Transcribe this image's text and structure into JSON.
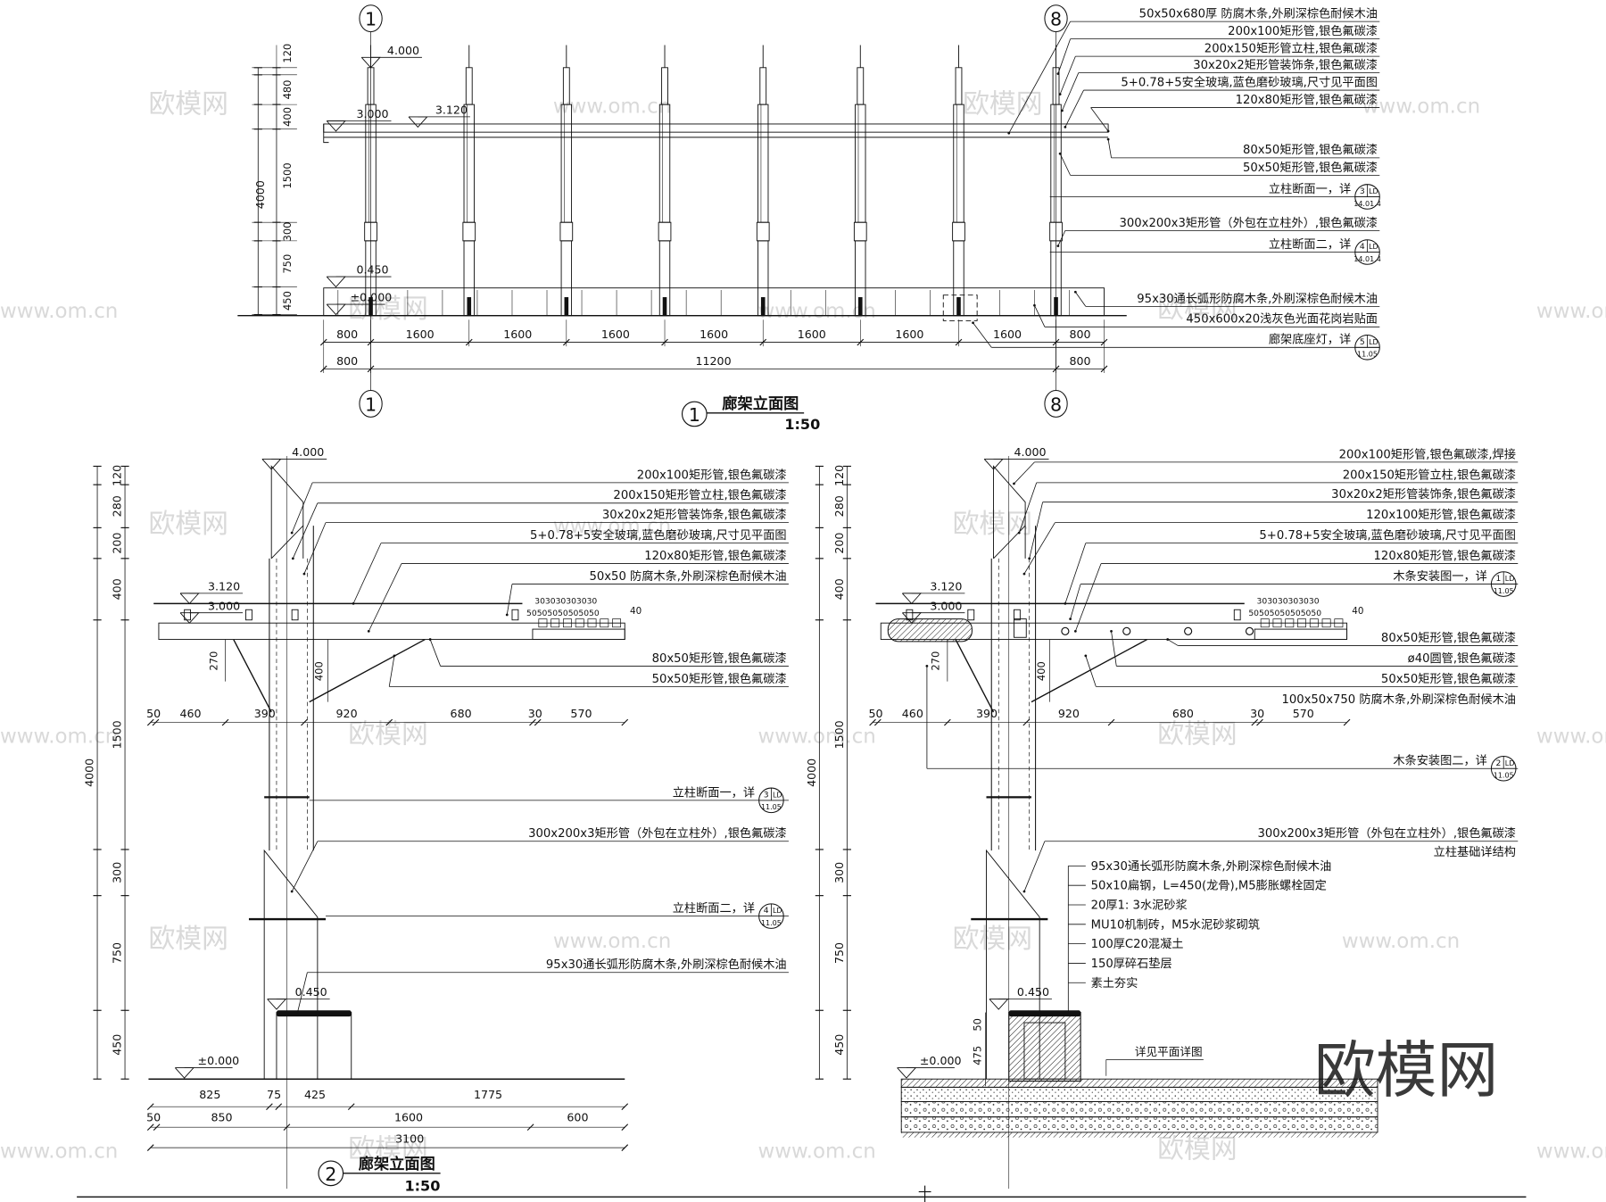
{
  "colors": {
    "ink": "#111111",
    "watermark": "#d9d9d9",
    "watermark_big": "#3a3a3a",
    "background": "#ffffff"
  },
  "watermark": {
    "big": "欧模网",
    "logo": "欧模网",
    "url": "www.om.cn"
  },
  "elevation1": {
    "number": "1",
    "title": "廊架立面图",
    "scale": "1:50",
    "axis_start": "1",
    "axis_end": "8",
    "elev_top": "4.000",
    "elev_glass": "3.120",
    "elev_beam": "3.000",
    "elev_plinth": "0.450",
    "elev_ground": "±0.000",
    "vdim_total": "4000",
    "vdims": [
      "120",
      "480",
      "400",
      "1500",
      "300",
      "750",
      "450"
    ],
    "hdims_row1": [
      "800",
      "1600",
      "1600",
      "1600",
      "1600",
      "1600",
      "1600",
      "1600",
      "800"
    ],
    "hdims_row2": [
      "800",
      "11200",
      "800"
    ],
    "annotations": [
      {
        "text": "50x50x680厚 防腐木条,外刷深棕色耐候木油"
      },
      {
        "text": "200x100矩形管,银色氟碳漆"
      },
      {
        "text": "200x150矩形管立柱,银色氟碳漆"
      },
      {
        "text": "30x20x2矩形管装饰条,银色氟碳漆"
      },
      {
        "text": "5+0.78+5安全玻璃,蓝色磨砂玻璃,尺寸见平面图"
      },
      {
        "text": "120x80矩形管,银色氟碳漆"
      },
      {
        "text": "80x50矩形管,银色氟碳漆"
      },
      {
        "text": "50x50矩形管,银色氟碳漆"
      },
      {
        "text": "立柱断面一，详",
        "ref": {
          "num": "3",
          "code": "LD",
          "sheet": "14.01.4"
        }
      },
      {
        "text": "300x200x3矩形管（外包在立柱外）,银色氟碳漆"
      },
      {
        "text": "立柱断面二，详",
        "ref": {
          "num": "4",
          "code": "LD",
          "sheet": "14.01.4"
        }
      },
      {
        "text": "95x30通长弧形防腐木条,外刷深棕色耐候木油"
      },
      {
        "text": "450x600x20浅灰色光面花岗岩贴面"
      },
      {
        "text": "廊架底座灯，详",
        "ref": {
          "num": "5",
          "code": "LD",
          "sheet": "11.05"
        }
      }
    ]
  },
  "section2": {
    "number": "2",
    "title": "廊架立面图",
    "scale": "1:50",
    "elev_top": "4.000",
    "elev_glass": "3.120",
    "elev_beam": "3.000",
    "elev_plinth": "0.450",
    "elev_ground": "±0.000",
    "vdim_total": "4000",
    "vdims": [
      "120",
      "280",
      "200",
      "400",
      "1500",
      "300",
      "750",
      "450"
    ],
    "bracket_dims": [
      "270",
      "400"
    ],
    "slat_dims": [
      "303030303030",
      "50505050505050",
      "40"
    ],
    "hdims_upper": [
      "50",
      "460",
      "390",
      "920",
      "680",
      "30",
      "570"
    ],
    "hdims_row1": [
      "825",
      "75",
      "425",
      "1775"
    ],
    "hdims_row2": [
      "50",
      "850",
      "1600",
      "600"
    ],
    "hdims_total": "3100",
    "annotations": [
      {
        "text": "200x100矩形管,银色氟碳漆"
      },
      {
        "text": "200x150矩形管立柱,银色氟碳漆"
      },
      {
        "text": "30x20x2矩形管装饰条,银色氟碳漆"
      },
      {
        "text": "5+0.78+5安全玻璃,蓝色磨砂玻璃,尺寸见平面图"
      },
      {
        "text": "120x80矩形管,银色氟碳漆"
      },
      {
        "text": "50x50  防腐木条,外刷深棕色耐候木油"
      },
      {
        "text": "80x50矩形管,银色氟碳漆"
      },
      {
        "text": "50x50矩形管,银色氟碳漆"
      },
      {
        "text": "立柱断面一，详",
        "ref": {
          "num": "3",
          "code": "LD",
          "sheet": "11.05"
        }
      },
      {
        "text": "300x200x3矩形管（外包在立柱外）,银色氟碳漆"
      },
      {
        "text": "立柱断面二，详",
        "ref": {
          "num": "4",
          "code": "LD",
          "sheet": "11.05"
        }
      },
      {
        "text": "95x30通长弧形防腐木条,外刷深棕色耐候木油"
      }
    ]
  },
  "section3": {
    "elev_top": "4.000",
    "elev_glass": "3.120",
    "elev_beam": "3.000",
    "elev_plinth": "0.450",
    "elev_ground": "±0.000",
    "vdim_total": "4000",
    "vdims": [
      "120",
      "280",
      "200",
      "400",
      "1500",
      "300",
      "750",
      "450"
    ],
    "foundation_dims": [
      "50",
      "475"
    ],
    "bracket_dims": [
      "270",
      "400"
    ],
    "slat_dims": [
      "303030303030",
      "50505050505050",
      "40"
    ],
    "hdims_upper": [
      "50",
      "460",
      "390",
      "920",
      "680",
      "30",
      "570"
    ],
    "plan_note": "详见平面详图",
    "annotations": [
      {
        "text": "200x100矩形管,银色氟碳漆,焊接"
      },
      {
        "text": "200x150矩形管立柱,银色氟碳漆"
      },
      {
        "text": "30x20x2矩形管装饰条,银色氟碳漆"
      },
      {
        "text": "120x100矩形管,银色氟碳漆"
      },
      {
        "text": "5+0.78+5安全玻璃,蓝色磨砂玻璃,尺寸见平面图"
      },
      {
        "text": "120x80矩形管,银色氟碳漆"
      },
      {
        "text": "木条安装图一，详",
        "ref": {
          "num": "1",
          "code": "LD",
          "sheet": "11.05"
        }
      },
      {
        "text": "80x50矩形管,银色氟碳漆"
      },
      {
        "text": "ø40圆管,银色氟碳漆"
      },
      {
        "text": "50x50矩形管,银色氟碳漆"
      },
      {
        "text": "100x50x750  防腐木条,外刷深棕色耐候木油"
      },
      {
        "text": "木条安装图二，详",
        "ref": {
          "num": "2",
          "code": "LD",
          "sheet": "11.05"
        }
      },
      {
        "text": "300x200x3矩形管（外包在立柱外）,银色氟碳漆"
      },
      {
        "text": "立柱基础详结构"
      }
    ],
    "foundation_layers": [
      "95x30通长弧形防腐木条,外刷深棕色耐候木油",
      "50x10扁钢，L=450(龙骨),M5膨胀螺栓固定",
      "20厚1: 3水泥砂浆",
      "MU10机制砖，M5水泥砂浆砌筑",
      "100厚C20混凝土",
      "150厚碎石垫层",
      "素土夯实"
    ]
  }
}
